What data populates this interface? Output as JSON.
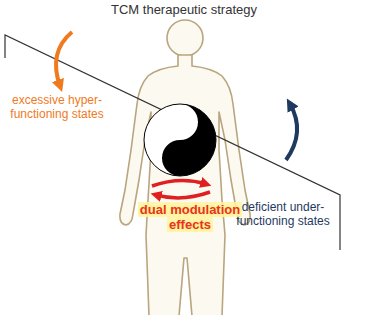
{
  "diagram": {
    "title": "TCM therapeutic strategy",
    "labels": [
      "excessive hyper-functioning states",
      "deficient under-functioning states",
      "dual modulation effects"
    ]
  }
}
